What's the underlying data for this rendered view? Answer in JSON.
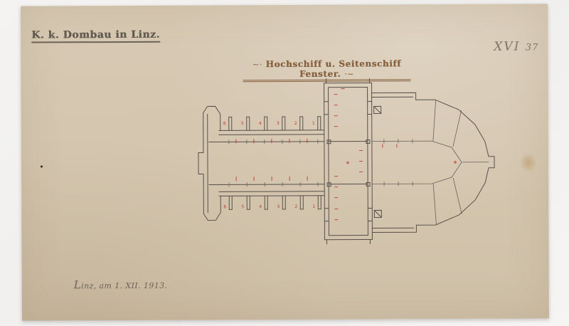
{
  "sheet": {
    "office_title": "K. k. Dombau in Linz.",
    "drawing_title": "Hochschiff u. Seitenschiff Fenster.",
    "flourish_left": "~·",
    "flourish_right": "·~",
    "page_label_roman": "XVI",
    "page_label_number": "37",
    "dated_inscription": "Linz, am 1. XII. 1913."
  },
  "plan": {
    "ink_color": "#57504a",
    "red_ink_color": "#bf3a2b",
    "paper_color": "#d5c7b1",
    "bays_top": [
      "6",
      "5",
      "4",
      "3",
      "2",
      "1"
    ],
    "bays_bottom": [
      "6",
      "5",
      "4",
      "3",
      "2",
      "1"
    ]
  }
}
